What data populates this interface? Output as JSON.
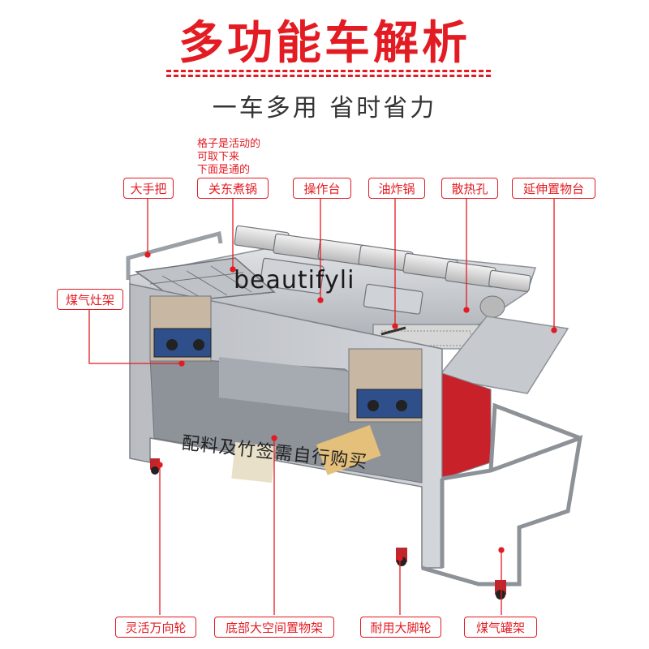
{
  "header": {
    "title": "多功能车解析",
    "subtitle": "一车多用 省时省力"
  },
  "note": {
    "lines": [
      "格子是活动的",
      "可取下来",
      "下面是通的"
    ]
  },
  "labels": {
    "big_handle": "大手把",
    "oden_pot": "关东煮锅",
    "work_table": "操作台",
    "fryer": "油炸锅",
    "vent_holes": "散热孔",
    "extension_shelf": "延伸置物台",
    "stove_rack": "煤气灶架",
    "swivel_wheel": "灵活万向轮",
    "bottom_storage": "底部大空间置物架",
    "big_caster": "耐用大脚轮",
    "gas_tank_rack": "煤气罐架"
  },
  "watermark": "beautifyli",
  "product_sticker": "配料及竹签需自行购买"
}
